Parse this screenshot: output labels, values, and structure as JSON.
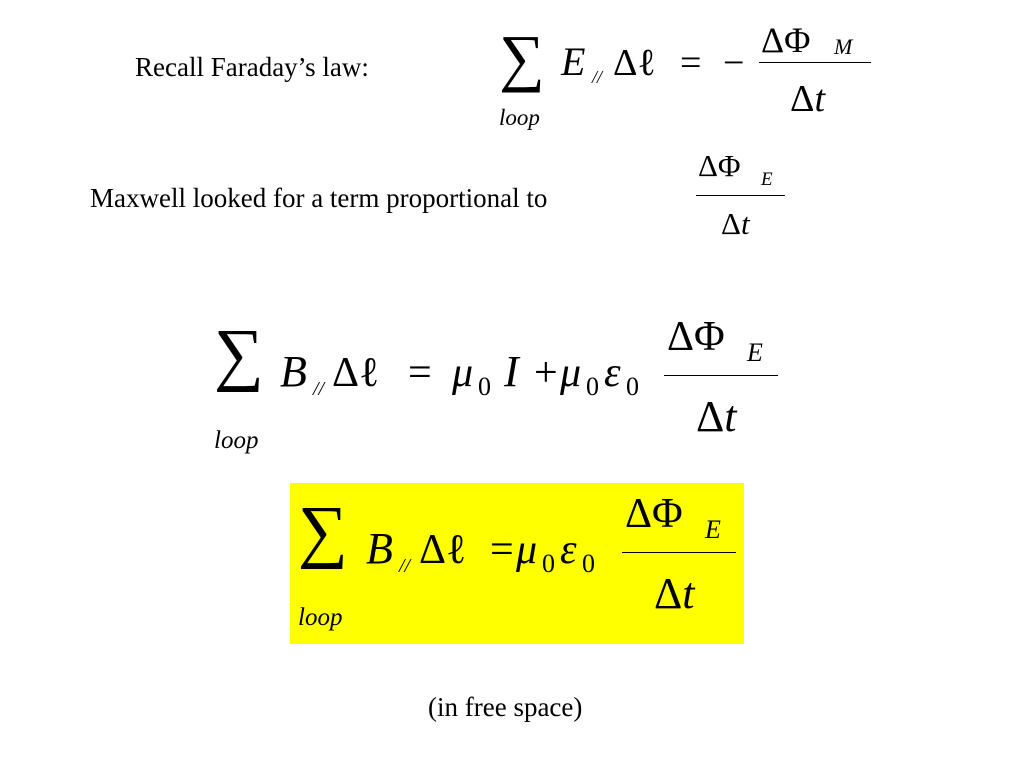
{
  "intro": {
    "faraday_label": "Recall Faraday’s law:",
    "maxwell_label": "Maxwell looked for a term proportional to",
    "free_space_note": "(in free space)"
  },
  "symbols": {
    "sum": "∑",
    "loop": "loop",
    "E": "E",
    "B": "B",
    "parallel": "//",
    "delta_ell": "Δℓ",
    "equals": "=",
    "minus": "−",
    "plus": "+",
    "delta_phi": "ΔΦ",
    "M": "M",
    "E_sub": "E",
    "delta_t_delta": "Δ",
    "t": "t",
    "mu": "μ",
    "epsilon": "ε",
    "zero": "0",
    "I": "I"
  },
  "colors": {
    "highlight": "#ffff00",
    "text": "#000000"
  }
}
